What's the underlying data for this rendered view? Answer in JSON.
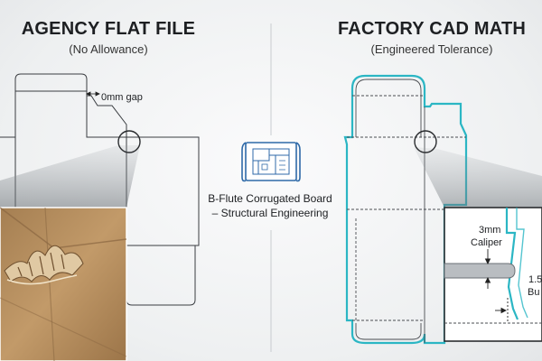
{
  "left_panel": {
    "title": "AGENCY FLAT FILE",
    "subtitle": "(No Allowance)",
    "gap_label": "0mm gap"
  },
  "center": {
    "line1": "B-Flute Corrugated Board",
    "line2": "– Structural Engineering",
    "icon": "blueprint-icon",
    "icon_color": "#2f6aa8"
  },
  "right_panel": {
    "title": "FACTORY CAD MATH",
    "subtitle": "(Engineered Tolerance)",
    "caliper_line1": "3mm",
    "caliper_line2": "Caliper",
    "bump_line1": "1.5",
    "bump_line2": "Bu",
    "outline_color": "#2bb6c4"
  }
}
